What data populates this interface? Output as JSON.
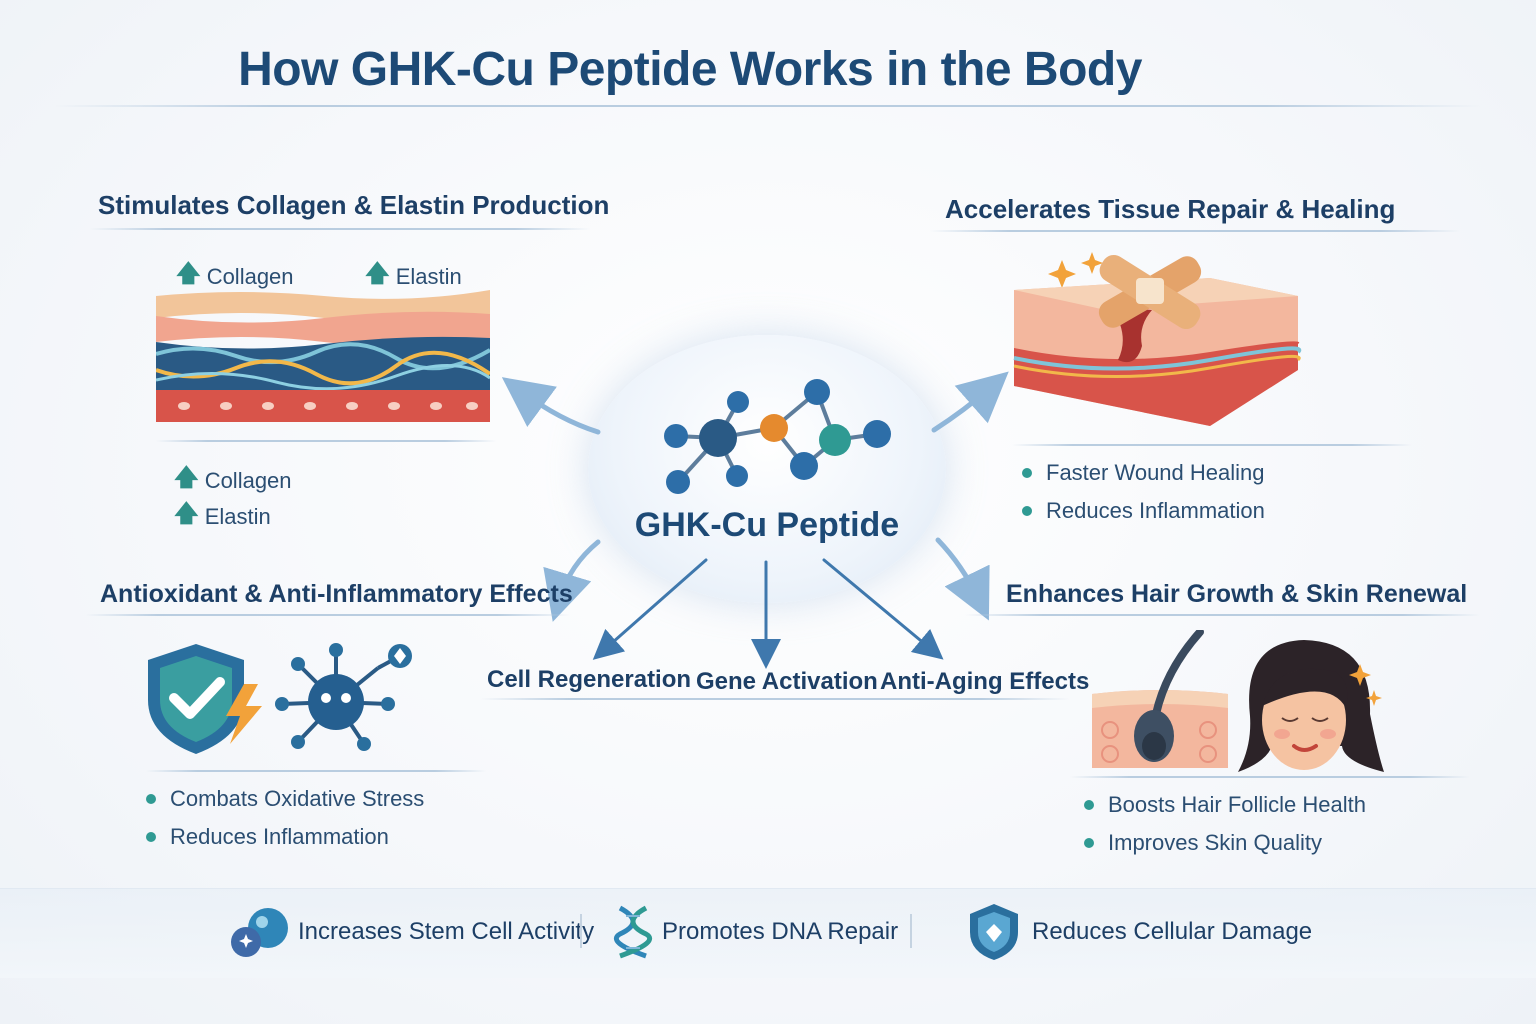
{
  "title": "How GHK-Cu Peptide Works in the Body",
  "center": {
    "label": "GHK-Cu Peptide",
    "icon": "molecule-icon"
  },
  "sections": {
    "collagen": {
      "heading": "Stimulates Collagen & Elastin Production",
      "tag_collagen": "Collagen",
      "tag_elastin": "Elastin",
      "list_collagen": "Collagen",
      "list_elastin": "Elastin",
      "icon": "skin-layers-icon"
    },
    "repair": {
      "heading": "Accelerates Tissue Repair & Healing",
      "bullets": [
        "Faster Wound Healing",
        "Reduces Inflammation"
      ],
      "icon": "bandaged-skin-icon"
    },
    "antioxidant": {
      "heading": "Antioxidant & Anti-Inflammatory Effects",
      "bullets": [
        "Combats Oxidative Stress",
        "Reduces Inflammation"
      ],
      "icons": [
        "shield-check-icon",
        "virus-icon"
      ]
    },
    "hair": {
      "heading": "Enhances Hair Growth & Skin Renewal",
      "bullets": [
        "Boosts Hair Follicle Health",
        "Improves Skin Quality"
      ],
      "icons": [
        "hair-follicle-icon",
        "woman-face-icon"
      ]
    }
  },
  "middle": {
    "cell": "Cell Regeneration",
    "gene": "Gene Activation",
    "aging": "Anti-Aging Effects"
  },
  "footer": {
    "stem": "Increases Stem Cell Activity",
    "dna": "Promotes DNA Repair",
    "damage": "Reduces Cellular Damage"
  },
  "colors": {
    "title": "#1d4a76",
    "accent_teal": "#2f9a93",
    "arrow": "#8fb6d9",
    "molecule_blue": "#2d6ea8",
    "molecule_orange": "#e58a2e"
  }
}
